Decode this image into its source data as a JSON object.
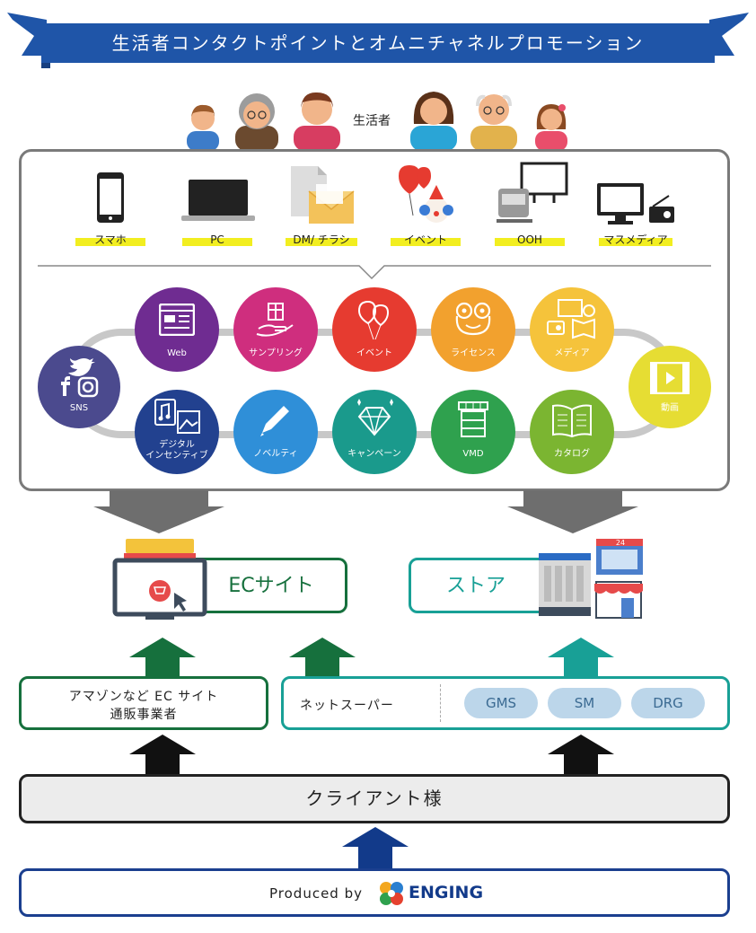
{
  "title": "生活者コンタクトポイントとオムニチャネルプロモーション",
  "people_label": "生活者",
  "touchpoints": [
    {
      "label": "スマホ",
      "icon": "smartphone-icon"
    },
    {
      "label": "PC",
      "icon": "laptop-icon"
    },
    {
      "label": "DM/ チラシ",
      "icon": "mail-flyer-icon"
    },
    {
      "label": "イベント",
      "icon": "clown-balloon-icon"
    },
    {
      "label": "OOH",
      "icon": "train-billboard-icon"
    },
    {
      "label": "マスメディア",
      "icon": "tv-radio-icon"
    }
  ],
  "circles": [
    {
      "label": "SNS",
      "color": "#4b4a8e",
      "icon": "social-icons"
    },
    {
      "label": "Web",
      "color": "#6f2c91",
      "icon": "web-page-icon"
    },
    {
      "label": "サンプリング",
      "color": "#cf2e7e",
      "icon": "gift-hand-icon"
    },
    {
      "label": "イベント",
      "color": "#e63b30",
      "icon": "balloon-icon"
    },
    {
      "label": "ライセンス",
      "color": "#f2a12e",
      "icon": "frog-icon"
    },
    {
      "label": "メディア",
      "color": "#f5c33b",
      "icon": "media-devices-icon"
    },
    {
      "label": "動画",
      "color": "#e6dd33",
      "icon": "video-film-icon"
    },
    {
      "label": "デジタル\nインセンティブ",
      "color": "#22418f",
      "icon": "music-image-icon"
    },
    {
      "label": "ノベルティ",
      "color": "#2f8fd8",
      "icon": "pen-icon"
    },
    {
      "label": "キャンペーン",
      "color": "#1a9a8c",
      "icon": "diamond-icon"
    },
    {
      "label": "VMD",
      "color": "#2fa14e",
      "icon": "shop-display-icon"
    },
    {
      "label": "カタログ",
      "color": "#7bb531",
      "icon": "book-icon"
    }
  ],
  "ec_label": "ECサイト",
  "store_label": "ストア",
  "store_sign": "24",
  "amazon_line1": "アマゾンなど EC サイト",
  "amazon_line2": "通販事業者",
  "net_super": "ネットスーパー",
  "chips": [
    "GMS",
    "SM",
    "DRG"
  ],
  "client_label": "クライアント様",
  "produced_by": "Produced by",
  "brand": "ENGING",
  "colors": {
    "ribbon": "#1f55a8",
    "ec_green": "#16703d",
    "store_teal": "#18a096",
    "navy": "#123a8a",
    "gray_arrow": "#6e6e6e"
  }
}
